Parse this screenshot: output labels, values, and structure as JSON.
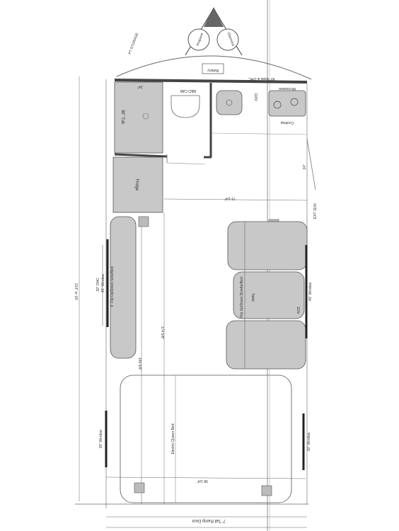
{
  "labels": {
    "pt_storage": "PT STORAGE",
    "propane": "Propane",
    "diamond": "Diamond",
    "battery": "Battery",
    "base_ohc": "49\" Base & OHC",
    "med_cab": "MED CAB",
    "dim_24_top": "24\"",
    "tub": "36\" Tub",
    "v110_sink": "110V",
    "microwave": "Microwave",
    "cooktop": "Cooktop",
    "fridge": "Fridge",
    "dim_24_side": "24\"",
    "dim_73": "73 1/4\"",
    "ext_110v": "EXT 110V",
    "dim_214": "214\" or 18'",
    "dim_30_ohc": "30\" OHC",
    "window_45_left": "45\" Window",
    "sofa_bed": "6' Flip Up/Down Sofa/Bed",
    "dinette_bed": "Flip Up/Down Dinette/Bed",
    "table": "Table",
    "v110_dinette": "110v",
    "window_45_right": "45\" Window",
    "dim_174": "174 5/8\"",
    "dim_146": "146 5/8\"",
    "window_30_left": "30\" Window",
    "queen_bed": "Electric Queen Bed",
    "window_30_right": "30\" Window",
    "dim_98": "98 1/4\"",
    "ramp_door": "7' Tall Ramp Door"
  },
  "colors": {
    "furniture": "#c8c8c8",
    "wall": "#444444",
    "line": "#555555",
    "window": "#222222"
  }
}
